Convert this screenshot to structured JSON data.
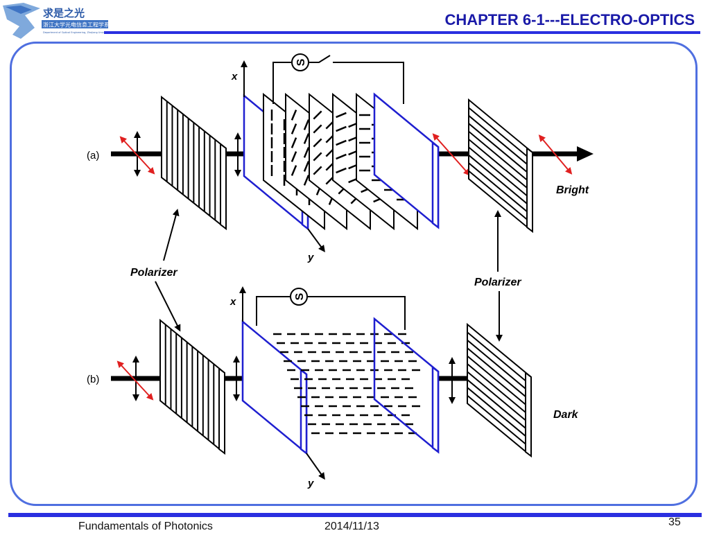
{
  "header": {
    "title": "CHAPTER 6-1---ELECTRO-OPTICS",
    "logo_text_cn": "求是之光",
    "logo_subtext_cn": "浙江大学光电信息工程学系",
    "logo_subtext_en": "Department of Optical Engineering, Zhejiang University"
  },
  "diagram": {
    "case_a": {
      "label": "(a)",
      "x_axis": "x",
      "y_axis": "y",
      "source_symbol": "S",
      "output_label": "Bright"
    },
    "case_b": {
      "label": "(b)",
      "x_axis": "x",
      "y_axis": "y",
      "source_symbol": "S",
      "output_label": "Dark"
    },
    "polarizer_left_label": "Polarizer",
    "polarizer_right_label": "Polarizer",
    "colors": {
      "electrode": "#1f1fd0",
      "polarization_arrow": "#e02020",
      "accent": "#2a2fe0"
    }
  },
  "footer": {
    "course": "Fundamentals of Photonics",
    "date": "2014/11/13",
    "page": "35"
  }
}
